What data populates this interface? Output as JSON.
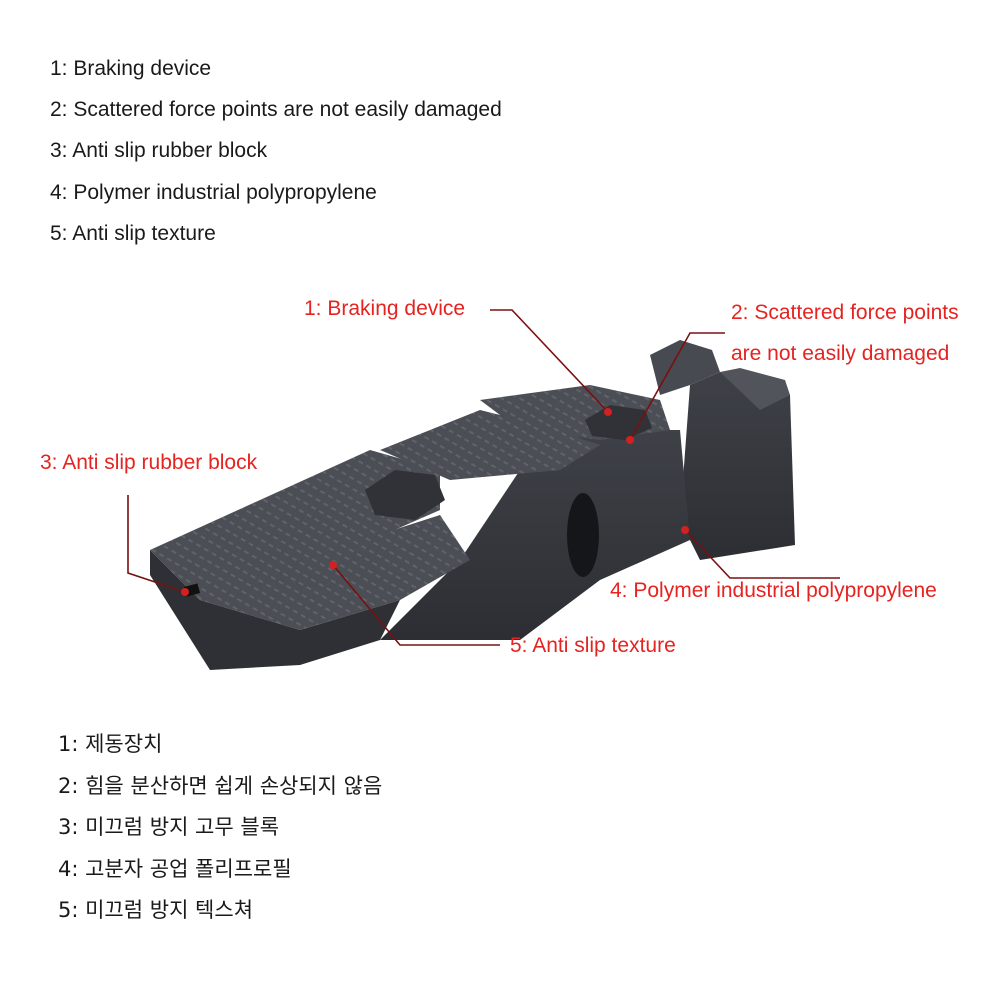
{
  "english_list": [
    "1: Braking device",
    "2: Scattered force points are not easily damaged",
    "3: Anti slip rubber block",
    "4: Polymer industrial polypropylene",
    "5: Anti slip texture"
  ],
  "callouts": {
    "c1": "1: Braking device",
    "c2a": "2: Scattered force points",
    "c2b": "are not easily damaged",
    "c3": "3: Anti slip rubber block",
    "c4": "4: Polymer industrial polypropylene",
    "c5": "5: Anti slip texture"
  },
  "korean_list": [
    "1: 제동장치",
    "2: 힘을 분산하면 쉽게 손상되지 않음",
    "3: 미끄럼 방지 고무 블록",
    "4: 고분자 공업 폴리프로필",
    "5: 미끄럼 방지 텍스쳐"
  ],
  "colors": {
    "callout_red": "#e52320",
    "leader_line": "#7a1010",
    "ramp_body": "#3a3d42",
    "ramp_top": "#4a4d53"
  }
}
